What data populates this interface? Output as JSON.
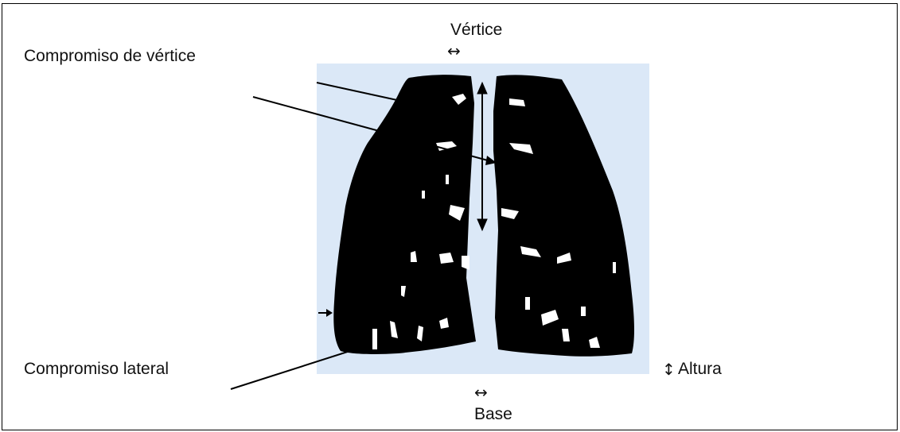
{
  "labels": {
    "vertice": "Vértice",
    "compromiso_vertice": "Compromiso de vértice",
    "compromiso_lateral": "Compromiso lateral",
    "altura": "Altura",
    "base": "Base"
  },
  "glyphs": {
    "horizontal_arrow": "↔",
    "vertical_arrow": "↕"
  },
  "colors": {
    "background_panel": "#dbe8f7",
    "lung": "#000000",
    "lines": "#000000"
  }
}
